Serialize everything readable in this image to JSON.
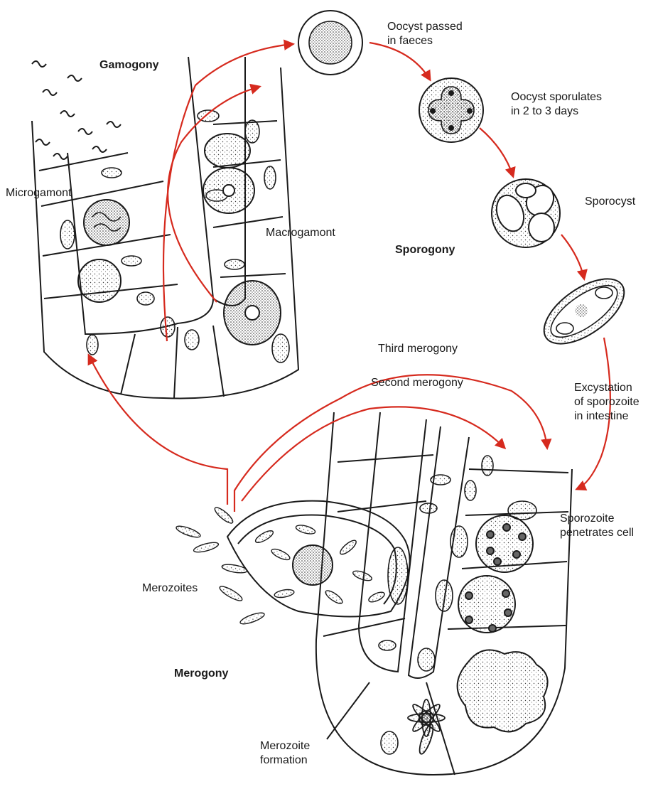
{
  "colors": {
    "arrow": "#d62a1e",
    "ink": "#1a1a1a",
    "stipple": "#3a3a3a",
    "background": "#ffffff"
  },
  "stages": {
    "gamogony": "Gamogony",
    "sporogony": "Sporogony",
    "merogony": "Merogony"
  },
  "labels": {
    "oocyst_passed": "Oocyst passed\nin faeces",
    "oocyst_sporulates": "Oocyst sporulates\nin 2 to 3 days",
    "sporocyst": "Sporocyst",
    "excystation": "Excystation\nof sporozoite\nin intestine",
    "sporozoite_penetrates": "Sporozoite\npenetrates cell",
    "third_merogony": "Third merogony",
    "second_merogony": "Second merogony",
    "microgamont": "Microgamont",
    "macrogamont": "Macrogamont",
    "merozoites": "Merozoites",
    "merozoite_formation": "Merozoite\nformation"
  }
}
